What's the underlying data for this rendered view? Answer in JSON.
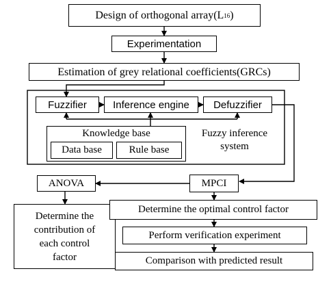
{
  "nodes": {
    "orthogonal_array": {
      "text": "Design of orthogonal array(L",
      "sub": "16",
      "tail": ")"
    },
    "experimentation": "Experimentation",
    "grey_relational": "Estimation of grey relational coefficients(GRCs)",
    "fuzzifier": "Fuzzifier",
    "inference_engine": "Inference engine",
    "defuzzifier": "Defuzzifier",
    "knowledge_base": "Knowledge base",
    "data_base": "Data base",
    "rule_base": "Rule base",
    "fis_label_line1": "Fuzzy inference",
    "fis_label_line2": "system",
    "mpci": "MPCI",
    "anova": "ANOVA",
    "contribution": [
      "Determine the",
      "contribution of",
      "each control",
      "factor"
    ],
    "optimal_factor": "Determine the optimal control factor",
    "verification": "Perform verification experiment",
    "comparison": "Comparison with predicted result"
  }
}
